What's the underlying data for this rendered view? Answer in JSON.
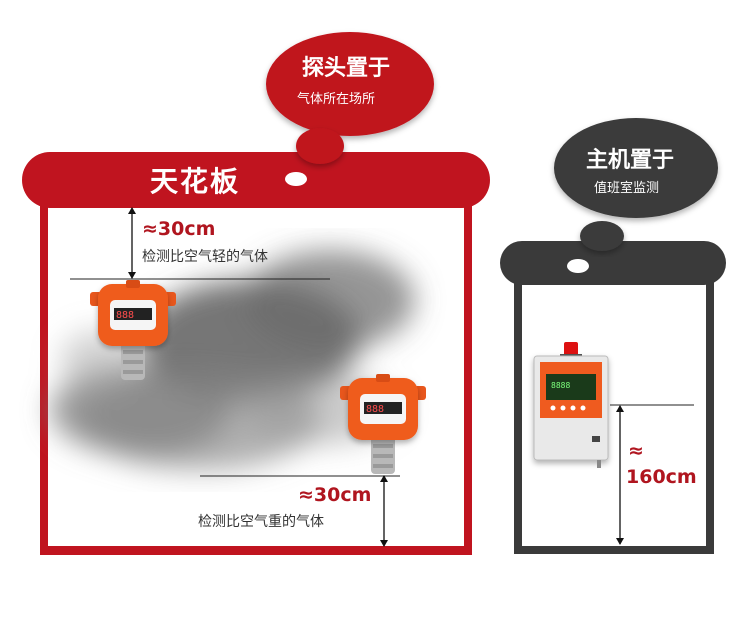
{
  "colors": {
    "red": "#c0141f",
    "dark": "#3a3a3a",
    "value_text": "#b0151f"
  },
  "left_room": {
    "thought_bubble": {
      "title": "探头置于",
      "subtitle": "气体所在场所"
    },
    "ceiling_label": "天花板",
    "light_gas": {
      "distance": "≈30cm",
      "description": "检测比空气轻的气体"
    },
    "heavy_gas": {
      "distance": "≈30cm",
      "description": "检测比空气重的气体"
    }
  },
  "right_room": {
    "thought_bubble": {
      "title": "主机置于",
      "subtitle": "值班室监测"
    },
    "height_label_symbol": "≈",
    "height_label_value": "160cm"
  }
}
